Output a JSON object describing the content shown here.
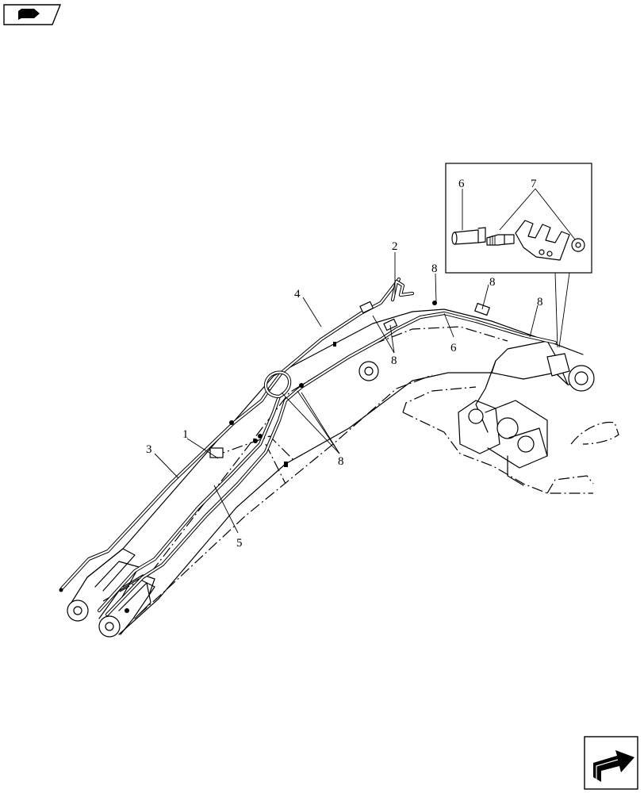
{
  "diagram": {
    "callouts": [
      {
        "id": "c1",
        "text": "1"
      },
      {
        "id": "c2",
        "text": "2"
      },
      {
        "id": "c3",
        "text": "3"
      },
      {
        "id": "c4",
        "text": "4"
      },
      {
        "id": "c5",
        "text": "5"
      },
      {
        "id": "c6a",
        "text": "6"
      },
      {
        "id": "c6b",
        "text": "6"
      },
      {
        "id": "c7",
        "text": "7"
      },
      {
        "id": "c8a",
        "text": "8"
      },
      {
        "id": "c8b",
        "text": "8"
      },
      {
        "id": "c8c",
        "text": "8"
      },
      {
        "id": "c8d",
        "text": "8"
      },
      {
        "id": "c8e",
        "text": "8"
      }
    ]
  },
  "icons": {
    "top_left": "book-icon",
    "bottom_right": "next-page-arrow-icon"
  }
}
